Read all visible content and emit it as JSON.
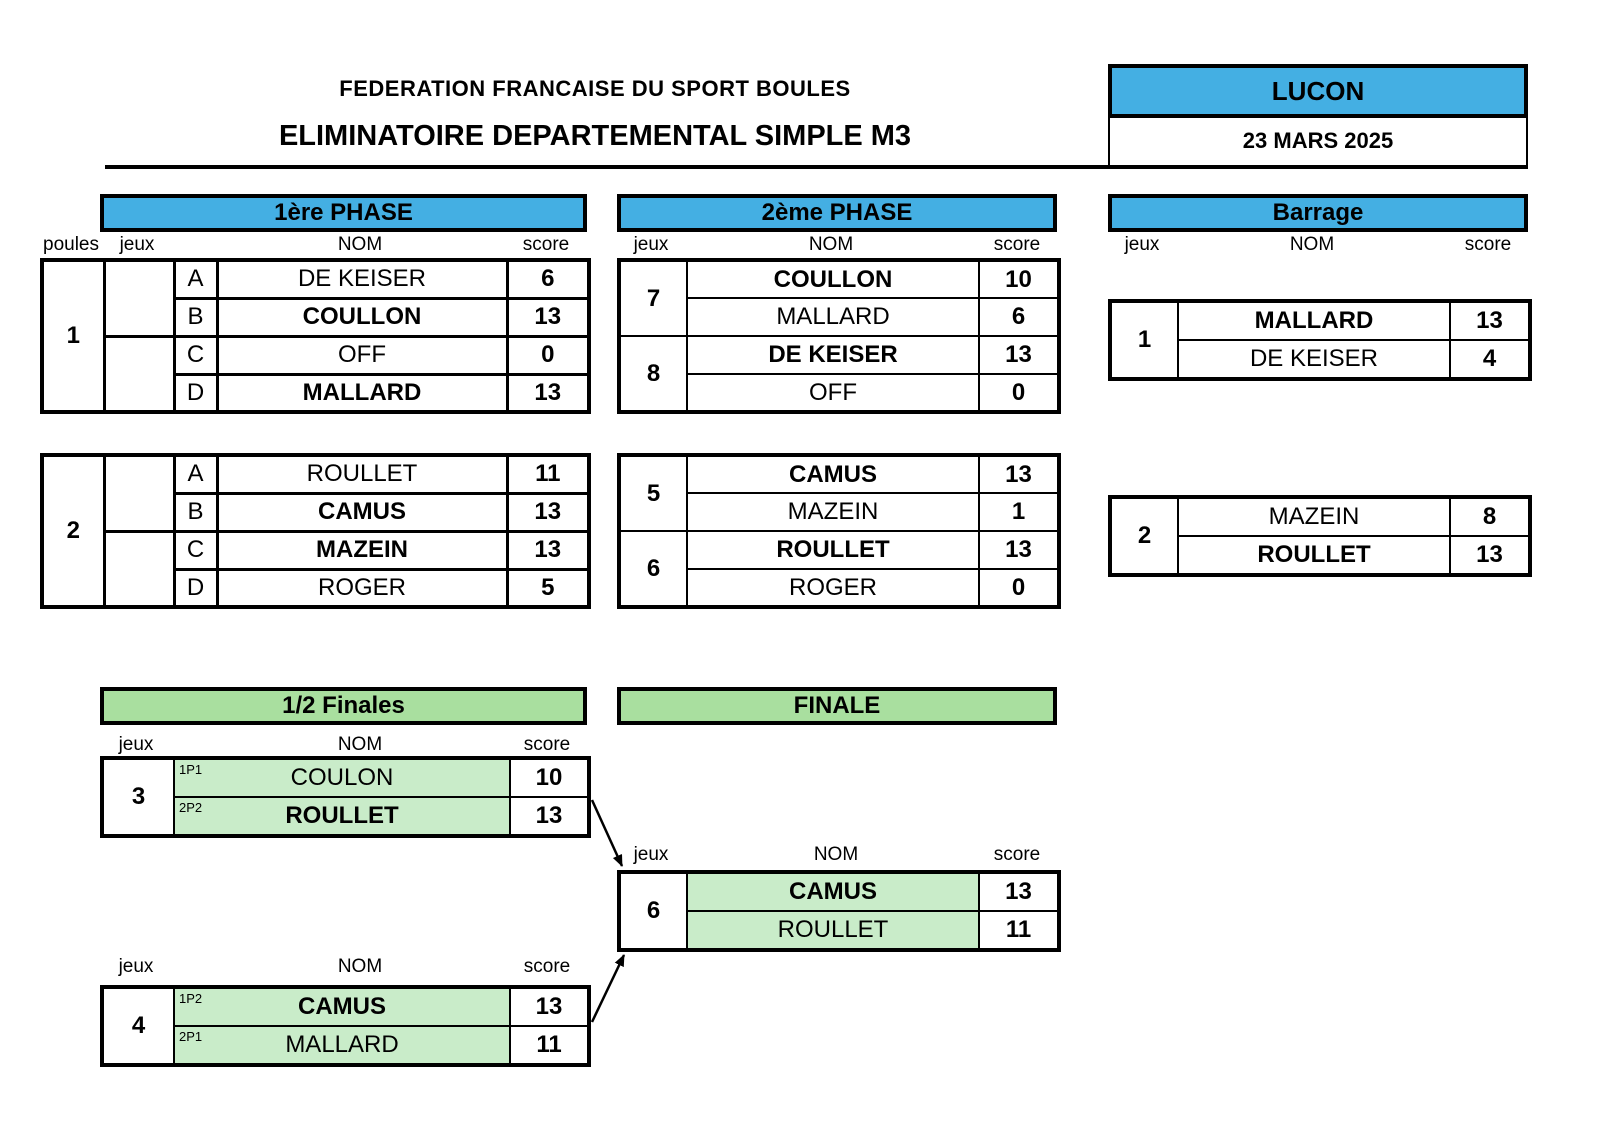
{
  "header": {
    "federation": "FEDERATION FRANCAISE DU SPORT BOULES",
    "title": "ELIMINATOIRE DEPARTEMENTAL SIMPLE M3",
    "location": "LUCON",
    "date": "23 MARS 2025"
  },
  "labels": {
    "poules": "poules",
    "jeux": "jeux",
    "nom": "NOM",
    "score": "score"
  },
  "colors": {
    "blue": "#44afe3",
    "green_header": "#a9df9f",
    "green_cell": "#c9ecc9"
  },
  "phase1": {
    "title": "1ère PHASE",
    "poules": [
      {
        "num": "1",
        "rows": [
          {
            "letter": "A",
            "name": "DE KEISER",
            "score": "6"
          },
          {
            "letter": "B",
            "name": "COULLON",
            "score": "13"
          },
          {
            "letter": "C",
            "name": "OFF",
            "score": "0"
          },
          {
            "letter": "D",
            "name": "MALLARD",
            "score": "13"
          }
        ]
      },
      {
        "num": "2",
        "rows": [
          {
            "letter": "A",
            "name": "ROULLET",
            "score": "11"
          },
          {
            "letter": "B",
            "name": "CAMUS",
            "score": "13"
          },
          {
            "letter": "C",
            "name": "MAZEIN",
            "score": "13"
          },
          {
            "letter": "D",
            "name": "ROGER",
            "score": "5"
          }
        ]
      }
    ]
  },
  "phase2": {
    "title": "2ème PHASE",
    "matches": [
      {
        "jeu": "7",
        "rows": [
          {
            "name": "COULLON",
            "score": "10"
          },
          {
            "name": "MALLARD",
            "score": "6"
          }
        ]
      },
      {
        "jeu": "8",
        "rows": [
          {
            "name": "DE KEISER",
            "score": "13"
          },
          {
            "name": "OFF",
            "score": "0"
          }
        ]
      },
      {
        "jeu": "5",
        "rows": [
          {
            "name": "CAMUS",
            "score": "13"
          },
          {
            "name": "MAZEIN",
            "score": "1"
          }
        ]
      },
      {
        "jeu": "6",
        "rows": [
          {
            "name": "ROULLET",
            "score": "13"
          },
          {
            "name": "ROGER",
            "score": "0"
          }
        ]
      }
    ]
  },
  "barrage": {
    "title": "Barrage",
    "matches": [
      {
        "jeu": "1",
        "rows": [
          {
            "name": "MALLARD",
            "score": "13"
          },
          {
            "name": "DE KEISER",
            "score": "4"
          }
        ]
      },
      {
        "jeu": "2",
        "rows": [
          {
            "name": "MAZEIN",
            "score": "8"
          },
          {
            "name": "ROULLET",
            "score": "13"
          }
        ]
      }
    ]
  },
  "semifinals": {
    "title": "1/2 Finales",
    "matches": [
      {
        "jeu": "3",
        "rows": [
          {
            "tag": "1P1",
            "name": "COULON",
            "score": "10"
          },
          {
            "tag": "2P2",
            "name": "ROULLET",
            "score": "13"
          }
        ]
      },
      {
        "jeu": "4",
        "rows": [
          {
            "tag": "1P2",
            "name": "CAMUS",
            "score": "13"
          },
          {
            "tag": "2P1",
            "name": "MALLARD",
            "score": "11"
          }
        ]
      }
    ]
  },
  "finale": {
    "title": "FINALE",
    "matches": [
      {
        "jeu": "6",
        "rows": [
          {
            "name": "CAMUS",
            "score": "13"
          },
          {
            "name": "ROULLET",
            "score": "11"
          }
        ]
      }
    ]
  }
}
